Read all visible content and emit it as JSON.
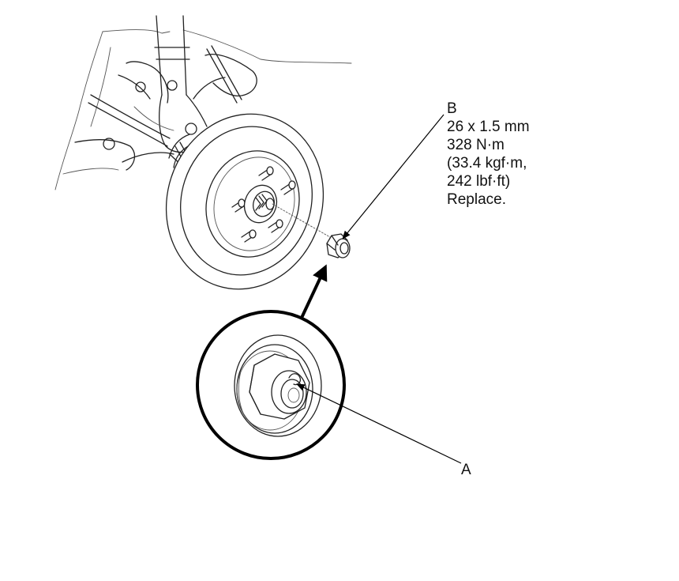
{
  "callouts": {
    "a": {
      "letter": "A"
    },
    "b": {
      "letter": "B",
      "lines": [
        "26 x 1.5 mm",
        "328 N·m",
        "(33.4 kgf·m,",
        "242 lbf·ft)",
        "Replace."
      ]
    }
  }
}
